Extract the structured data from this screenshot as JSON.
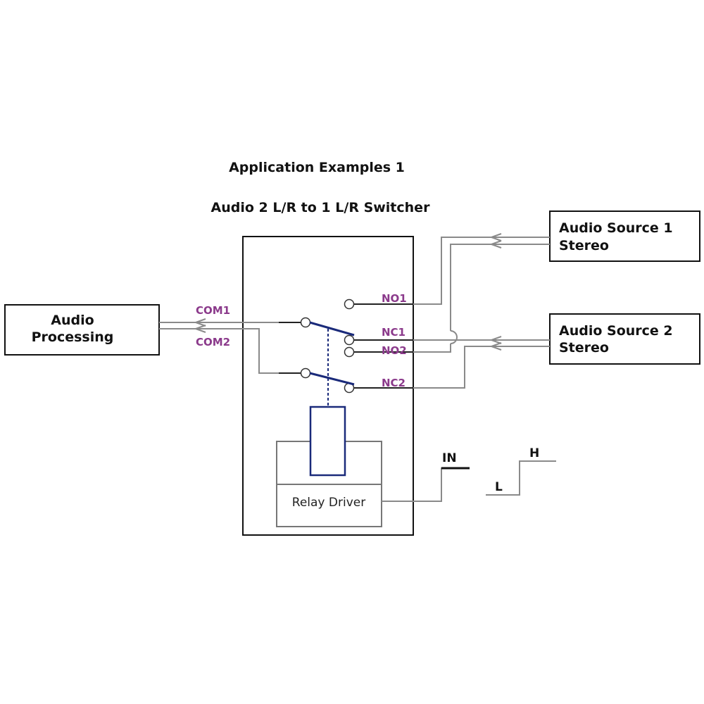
{
  "title": "Application Examples 1",
  "subtitle": "Audio 2 L/R to 1 L/R Switcher",
  "blocks": {
    "processing": {
      "line1": "Audio",
      "line2": "Processing"
    },
    "source1": {
      "line1": "Audio Source 1",
      "line2": "Stereo"
    },
    "source2": {
      "line1": "Audio Source 2",
      "line2": "Stereo"
    },
    "driver": "Relay Driver"
  },
  "pins": {
    "com1": "COM1",
    "com2": "COM2",
    "no1": "NO1",
    "nc1": "NC1",
    "no2": "NO2",
    "nc2": "NC2"
  },
  "control": {
    "input_label": "IN",
    "low_label": "L",
    "high_label": "H"
  },
  "colors": {
    "pin_label": "#8b3a8b",
    "relay": "#1a2a7a",
    "wire": "#8a8a8a"
  }
}
